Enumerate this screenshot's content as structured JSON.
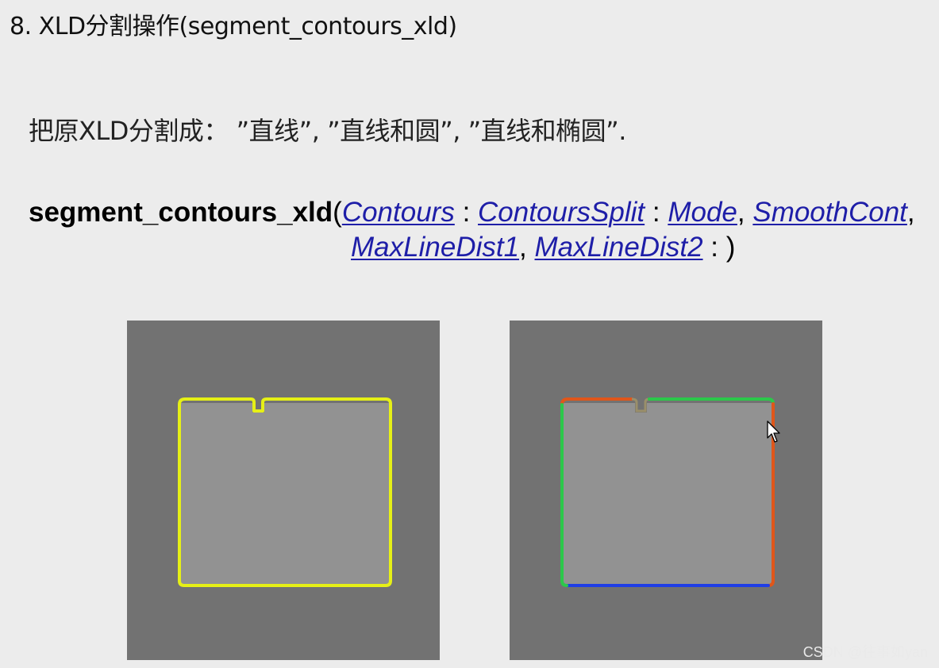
{
  "heading": {
    "number": "8.",
    "title": "XLD分割操作(segment_contours_xld)"
  },
  "description": "把原XLD分割成： ”直线”, ”直线和圆”, ”直线和椭圆”.",
  "signature": {
    "function_name": "segment_contours_xld",
    "open_paren": "(",
    "param_contours": "Contours",
    "sep1": " : ",
    "param_contours_split": "ContoursSplit",
    "sep2": " : ",
    "param_mode": "Mode",
    "sep3": ", ",
    "param_smooth_cont": "SmoothCont",
    "sep4": ",",
    "param_max_line_dist1": "MaxLineDist1",
    "sep5": ", ",
    "param_max_line_dist2": "MaxLineDist2",
    "close": " : )"
  },
  "images": {
    "left": {
      "contour_color": "#e6f016",
      "background_color": "#727272",
      "region_color": "#929292"
    },
    "right": {
      "segment_colors": {
        "red": "#e0561a",
        "green": "#2cc84a",
        "blue": "#1f3ee6"
      },
      "background_color": "#727272",
      "region_color": "#929292"
    }
  },
  "watermark": "CSDN @往事如yan"
}
